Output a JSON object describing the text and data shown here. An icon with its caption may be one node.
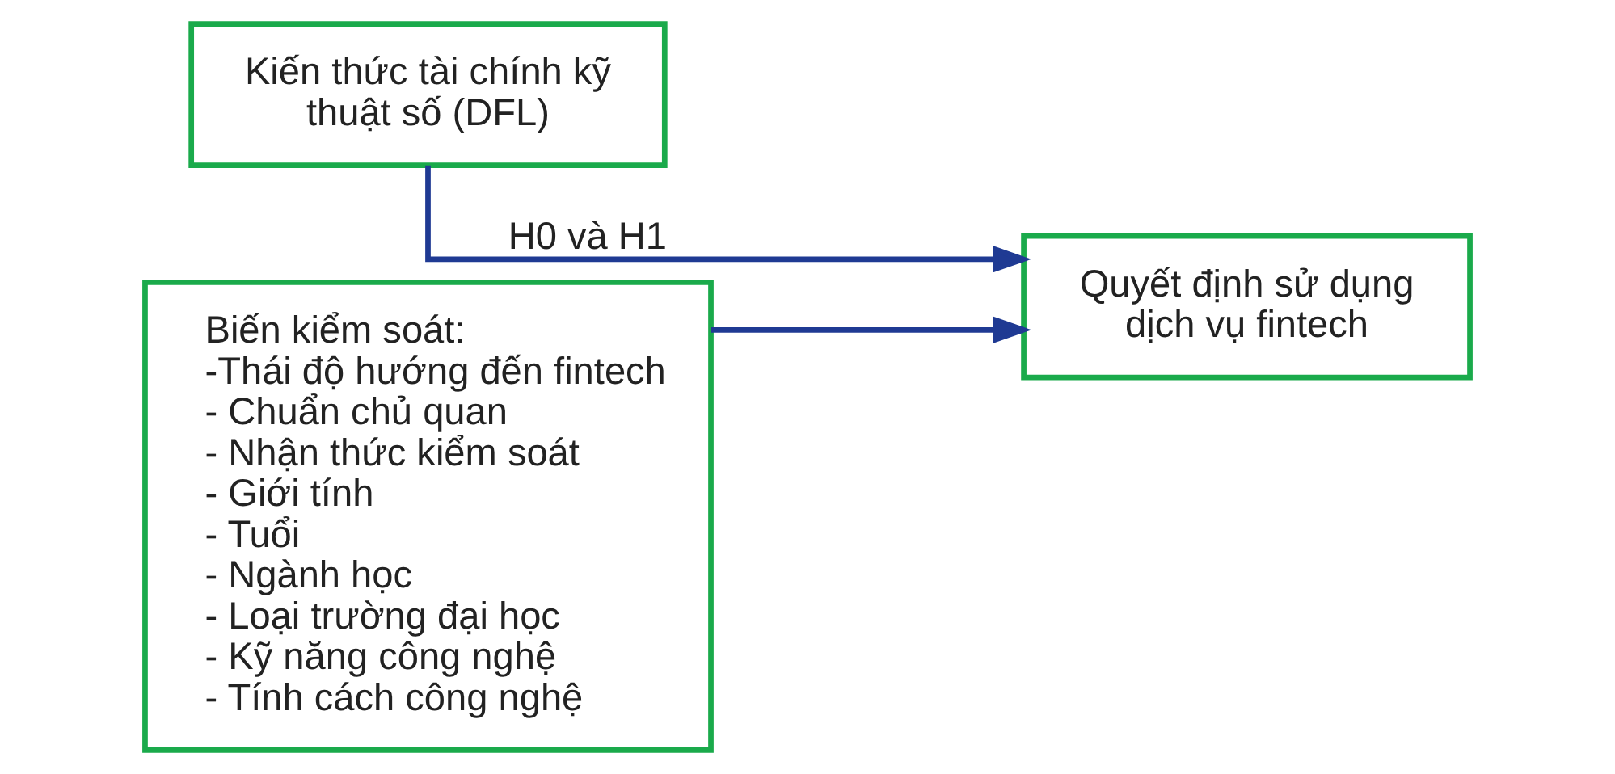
{
  "diagram": {
    "nodes": [
      {
        "text": [
          "Kiến thức tài chính kỹ thuật số (DFL)"
        ]
      },
      {
        "text": [
          "Quyết định sử dụng dịch vụ fintech"
        ]
      },
      {
        "text": [
          "Biến kiểm soát:",
          "-Thái độ hướng đến fintech",
          "- Chuẩn chủ quan",
          "- Nhận thức kiểm soát",
          "- Giới tính",
          "- Tuổi",
          "- Ngành học",
          "- Loại trường đại học",
          "- Kỹ năng công nghệ",
          "- Tính cách công nghệ"
        ]
      }
    ],
    "edges": [
      {
        "from": 0,
        "to": 1,
        "arrow": "to",
        "label": "H0 và H1"
      },
      {
        "from": 2,
        "to": 1,
        "arrow": "to"
      }
    ]
  }
}
